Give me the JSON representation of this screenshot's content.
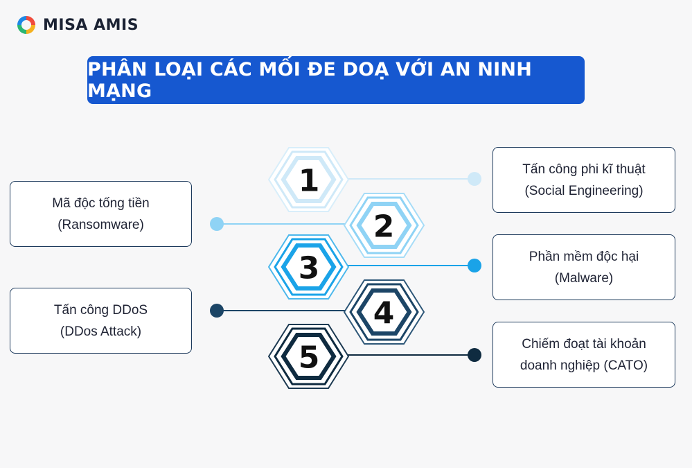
{
  "brand": {
    "name": "MISA AMIS",
    "logo_icon": "misa-ring-logo"
  },
  "title": "PHÂN LOẠI CÁC MỐI ĐE DOẠ VỚI AN NINH MẠNG",
  "colors": {
    "title_bg": "#1658d0",
    "level_1": "#cfe9f8",
    "level_2": "#8fd3f5",
    "level_3": "#1aa3e8",
    "level_4": "#1c4566",
    "level_5": "#0f2b40"
  },
  "items": [
    {
      "number": "1",
      "line1": "Tấn công phi kĩ thuật",
      "line2": "(Social Engineering)",
      "side": "right"
    },
    {
      "number": "2",
      "line1": "Mã độc tống tiền",
      "line2": "(Ransomware)",
      "side": "left"
    },
    {
      "number": "3",
      "line1": "Phần mềm độc hại",
      "line2": "(Malware)",
      "side": "right"
    },
    {
      "number": "4",
      "line1": "Tấn công DDoS",
      "line2": "(DDos Attack)",
      "side": "left"
    },
    {
      "number": "5",
      "line1": "Chiếm đoạt tài khoản",
      "line2": "doanh nghiệp (CATO)",
      "side": "right"
    }
  ]
}
